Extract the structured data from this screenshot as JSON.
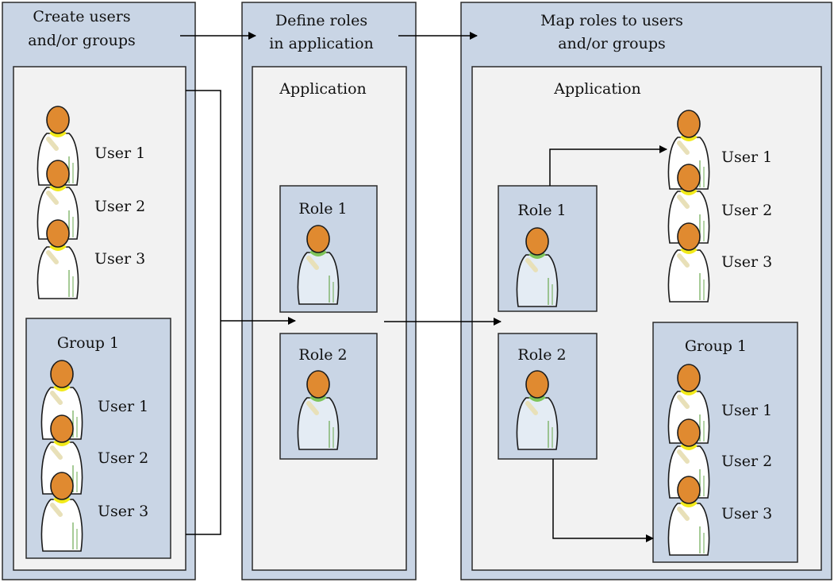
{
  "panels": {
    "create": {
      "title_line1": "Create users",
      "title_line2": "and/or groups",
      "users": [
        "User 1",
        "User 2",
        "User 3"
      ],
      "group": {
        "label": "Group 1",
        "users": [
          "User 1",
          "User 2",
          "User 3"
        ]
      }
    },
    "define": {
      "title_line1": "Define roles",
      "title_line2": "in application",
      "app_label": "Application",
      "roles": [
        "Role 1",
        "Role 2"
      ]
    },
    "map": {
      "title_line1": "Map roles to users",
      "title_line2": "and/or groups",
      "app_label": "Application",
      "roles": [
        "Role 1",
        "Role 2"
      ],
      "users": [
        "User 1",
        "User 2",
        "User 3"
      ],
      "group": {
        "label": "Group 1",
        "users": [
          "User 1",
          "User 2",
          "User 3"
        ]
      }
    }
  },
  "colors": {
    "panel": "#c9d5e5",
    "inner": "#f2f2f2",
    "head": "#e08a30",
    "user_collar": "#f2ea1a",
    "role_collar": "#7ec45a",
    "user_body": "#ffffff",
    "role_body": "#e4ecf4"
  }
}
